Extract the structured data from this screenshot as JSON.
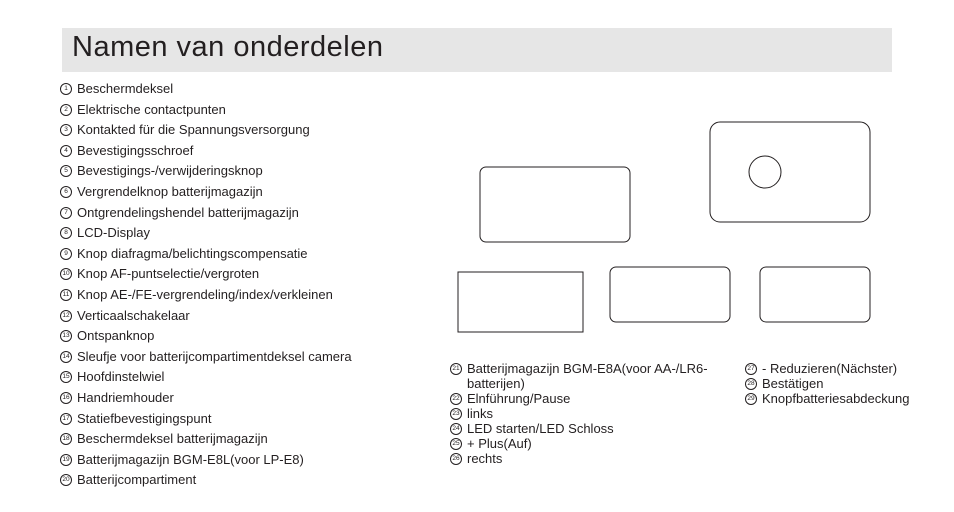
{
  "title": "Namen van onderdelen",
  "parts_left": [
    {
      "n": "1",
      "label": "Beschermdeksel"
    },
    {
      "n": "2",
      "label": "Elektrische contactpunten"
    },
    {
      "n": "3",
      "label": "Kontakted für die Spannungsversorgung"
    },
    {
      "n": "4",
      "label": "Bevestigingsschroef"
    },
    {
      "n": "5",
      "label": "Bevestigings-/verwijderingsknop"
    },
    {
      "n": "6",
      "label": "Vergrendelknop batterijmagazijn"
    },
    {
      "n": "7",
      "label": "Ontgrendelingshendel batterijmagazijn"
    },
    {
      "n": "8",
      "label": "LCD-Display"
    },
    {
      "n": "9",
      "label": "Knop diafragma/belichtingscompensatie"
    },
    {
      "n": "10",
      "label": "Knop AF-puntselectie/vergroten"
    },
    {
      "n": "11",
      "label": "Knop AE-/FE-vergrendeling/index/verkleinen"
    },
    {
      "n": "12",
      "label": "Verticaalschakelaar"
    },
    {
      "n": "13",
      "label": "Ontspanknop"
    },
    {
      "n": "14",
      "label": "Sleufje voor batterijcompartimentdeksel camera"
    },
    {
      "n": "15",
      "label": "Hoofdinstelwiel"
    },
    {
      "n": "16",
      "label": "Handriemhouder"
    },
    {
      "n": "17",
      "label": "Statiefbevestigingspunt"
    },
    {
      "n": "18",
      "label": "Beschermdeksel batterijmagazijn"
    },
    {
      "n": "19",
      "label": "Batterijmagazijn BGM-E8L(voor LP-E8)"
    },
    {
      "n": "20",
      "label": "Batterijcompartiment"
    }
  ],
  "parts_middle": [
    {
      "n": "21",
      "label": "Batterijmagazijn BGM-E8A(voor AA-/LR6-",
      "label2": "batterijen)"
    },
    {
      "n": "22",
      "label": "Elnführung/Pause"
    },
    {
      "n": "23",
      "label": "links"
    },
    {
      "n": "24",
      "label": "LED starten/LED Schloss"
    },
    {
      "n": "25",
      "label": "+ Plus(Auf)"
    },
    {
      "n": "26",
      "label": "rechts"
    }
  ],
  "parts_right": [
    {
      "n": "27",
      "label": "- Reduzieren(Nächster)"
    },
    {
      "n": "28",
      "label": "Bestätigen"
    },
    {
      "n": "29",
      "label": "Knopfbatteriesabdeckung"
    }
  ],
  "colors": {
    "text": "#231f20",
    "title_band": "#e6e6e6"
  },
  "diagram_icon": "battery-grip-line-drawing"
}
